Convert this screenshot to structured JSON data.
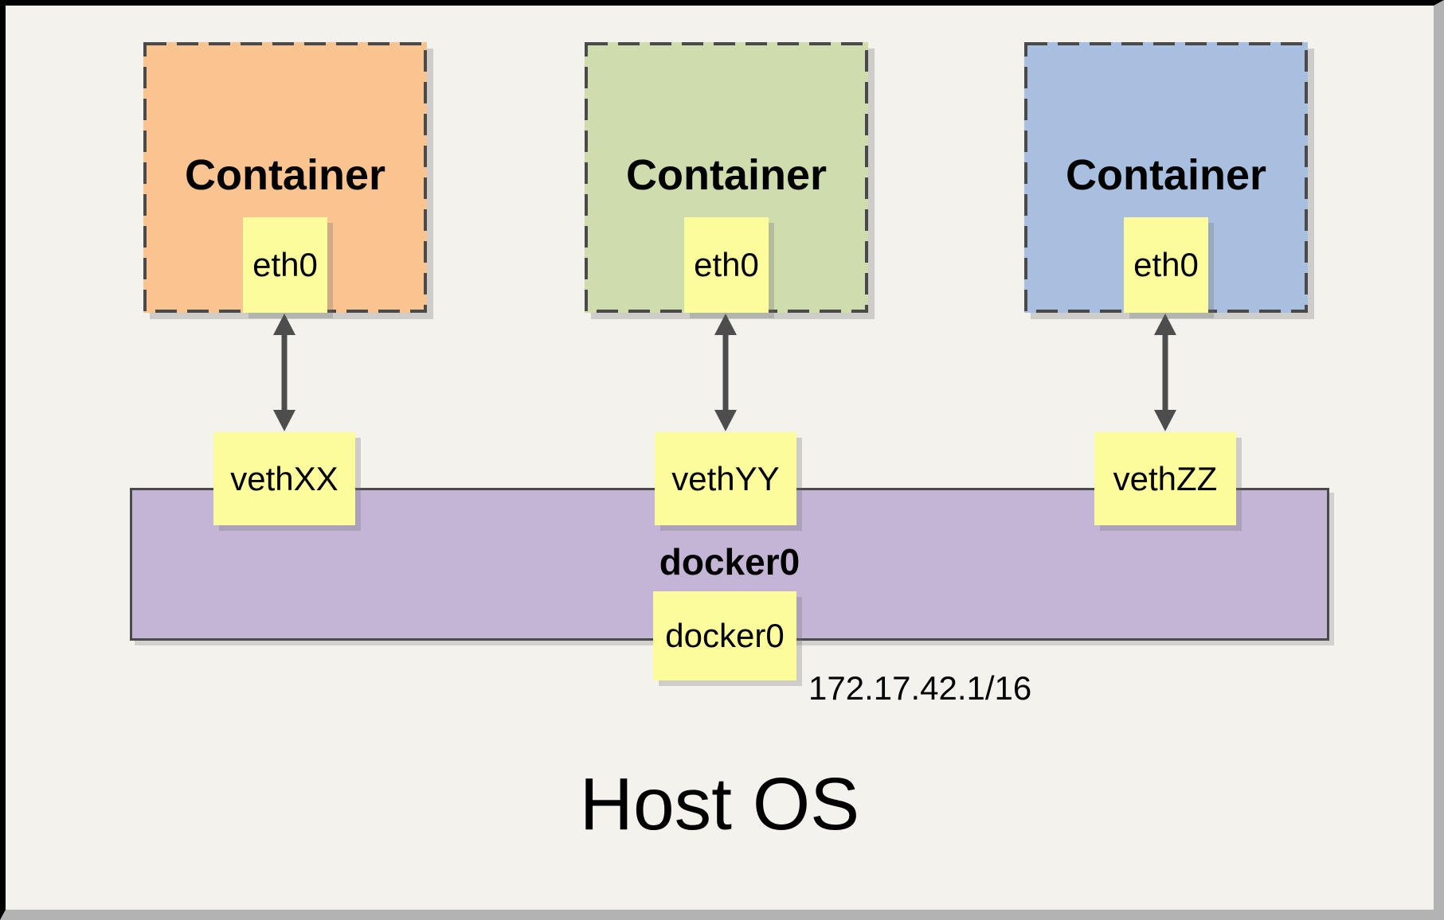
{
  "diagram": {
    "containers": [
      {
        "label": "Container",
        "interface": "eth0",
        "veth": "vethXX",
        "fill": "#FAC491"
      },
      {
        "label": "Container",
        "interface": "eth0",
        "veth": "vethYY",
        "fill": "#CEDCAE"
      },
      {
        "label": "Container",
        "interface": "eth0",
        "veth": "vethZZ",
        "fill": "#A8BFDF"
      }
    ],
    "bridge": {
      "label": "docker0",
      "interface_box": "docker0",
      "ip": "172.17.42.1/16",
      "fill": "#C4B5D7"
    },
    "host": {
      "label": "Host OS"
    },
    "colors": {
      "page_bg": "#F3F2EC",
      "note_yellow": "#FCFC9D",
      "border_dark": "#4A4A4A",
      "arrow": "#4D4D4D",
      "frame_black": "#000000",
      "frame_gray": "#B3B3B3"
    }
  }
}
